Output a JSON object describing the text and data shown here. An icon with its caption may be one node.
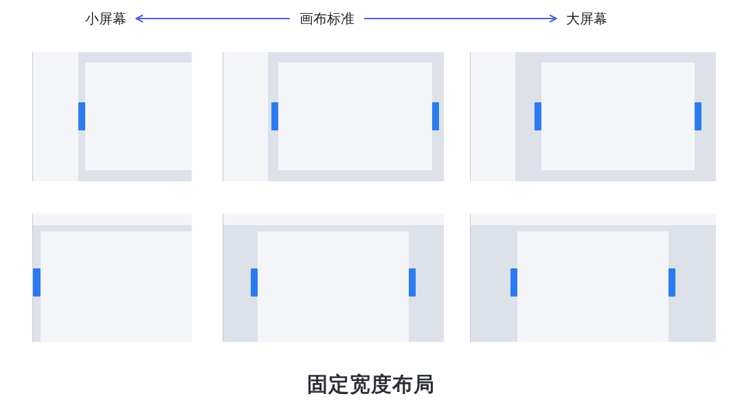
{
  "diagram": {
    "caption": "固定宽度布局",
    "nodes": [
      {
        "text": [
          "小屏幕"
        ]
      },
      {
        "text": [
          "画布标准"
        ]
      },
      {
        "text": [
          "大屏幕"
        ]
      }
    ],
    "edges": [
      {
        "from": 1,
        "to": 0,
        "arrow": "to"
      },
      {
        "from": 1,
        "to": 2,
        "arrow": "to"
      }
    ]
  }
}
